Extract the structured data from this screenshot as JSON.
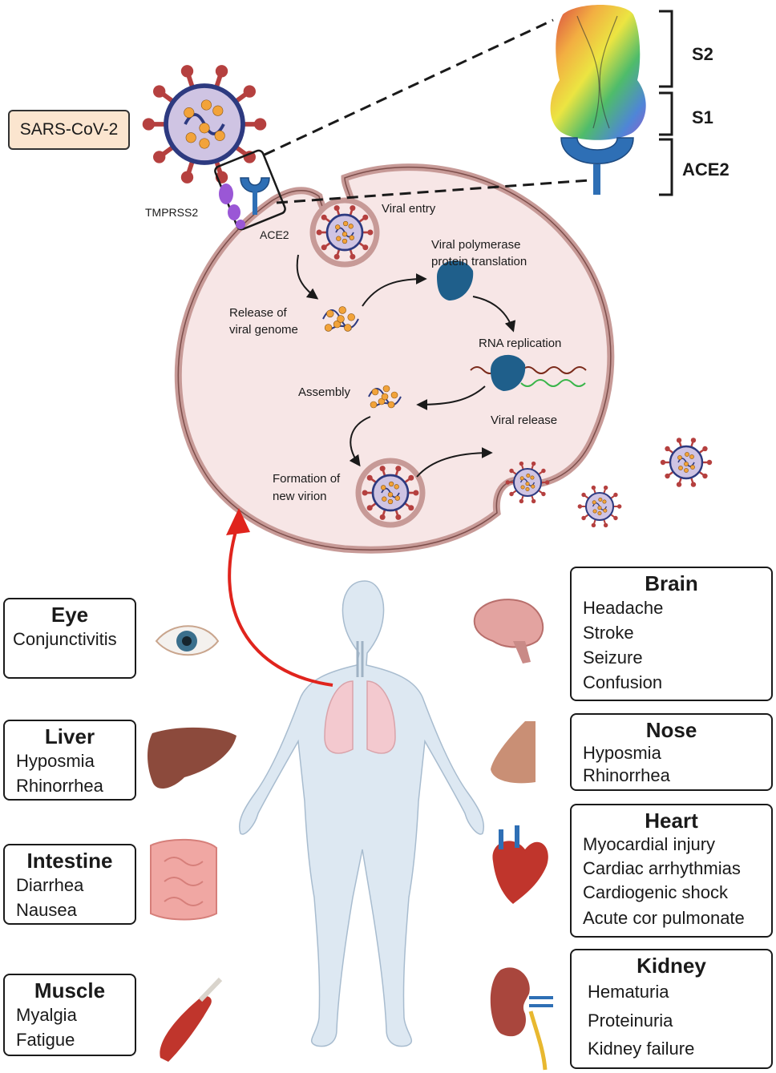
{
  "virus_label": "SARS-CoV-2",
  "receptors": {
    "tmprss2": "TMPRSS2",
    "ace2": "ACE2"
  },
  "spike_brackets": [
    "S2",
    "S1",
    "ACE2"
  ],
  "cycle_steps": {
    "viral_entry": "Viral entry",
    "polymerase": [
      "Viral polymerase",
      "protein translation"
    ],
    "release_genome": [
      "Release of",
      "viral genome"
    ],
    "rna_replication": "RNA replication",
    "assembly": "Assembly",
    "viral_release": "Viral release",
    "formation": [
      "Formation of",
      "new virion"
    ]
  },
  "organs": {
    "eye": {
      "title": "Eye",
      "symptoms": [
        "Conjunctivitis"
      ]
    },
    "liver": {
      "title": "Liver",
      "symptoms": [
        "Hyposmia",
        "Rhinorrhea"
      ]
    },
    "intestine": {
      "title": "Intestine",
      "symptoms": [
        "Diarrhea",
        "Nausea"
      ]
    },
    "muscle": {
      "title": "Muscle",
      "symptoms": [
        "Myalgia",
        "Fatigue"
      ]
    },
    "brain": {
      "title": "Brain",
      "symptoms": [
        "Headache",
        "Stroke",
        "Seizure",
        "Confusion"
      ]
    },
    "nose": {
      "title": "Nose",
      "symptoms": [
        "Hyposmia",
        "Rhinorrhea"
      ]
    },
    "heart": {
      "title": "Heart",
      "symptoms": [
        "Myocardial injury",
        "Cardiac arrhythmias",
        "Cardiogenic shock",
        "Acute cor pulmonate"
      ]
    },
    "kidney": {
      "title": "Kidney",
      "symptoms": [
        "Hematuria",
        "Proteinuria",
        "Kidney failure"
      ]
    }
  },
  "colors": {
    "cell_fill": "#f7e6e6",
    "cell_membrane": "#c79a97",
    "virus_spike": "#b5403f",
    "virus_core": "#2d3a80",
    "nucleocapsid": "#f2a33a",
    "ace2": "#2e6fb5",
    "tmprss2": "#9a57d6",
    "ribosome": "#1f5f8b",
    "body": "#dde8f2",
    "arrow_red": "#e0241d",
    "sars_box": "#fbe5cf"
  }
}
